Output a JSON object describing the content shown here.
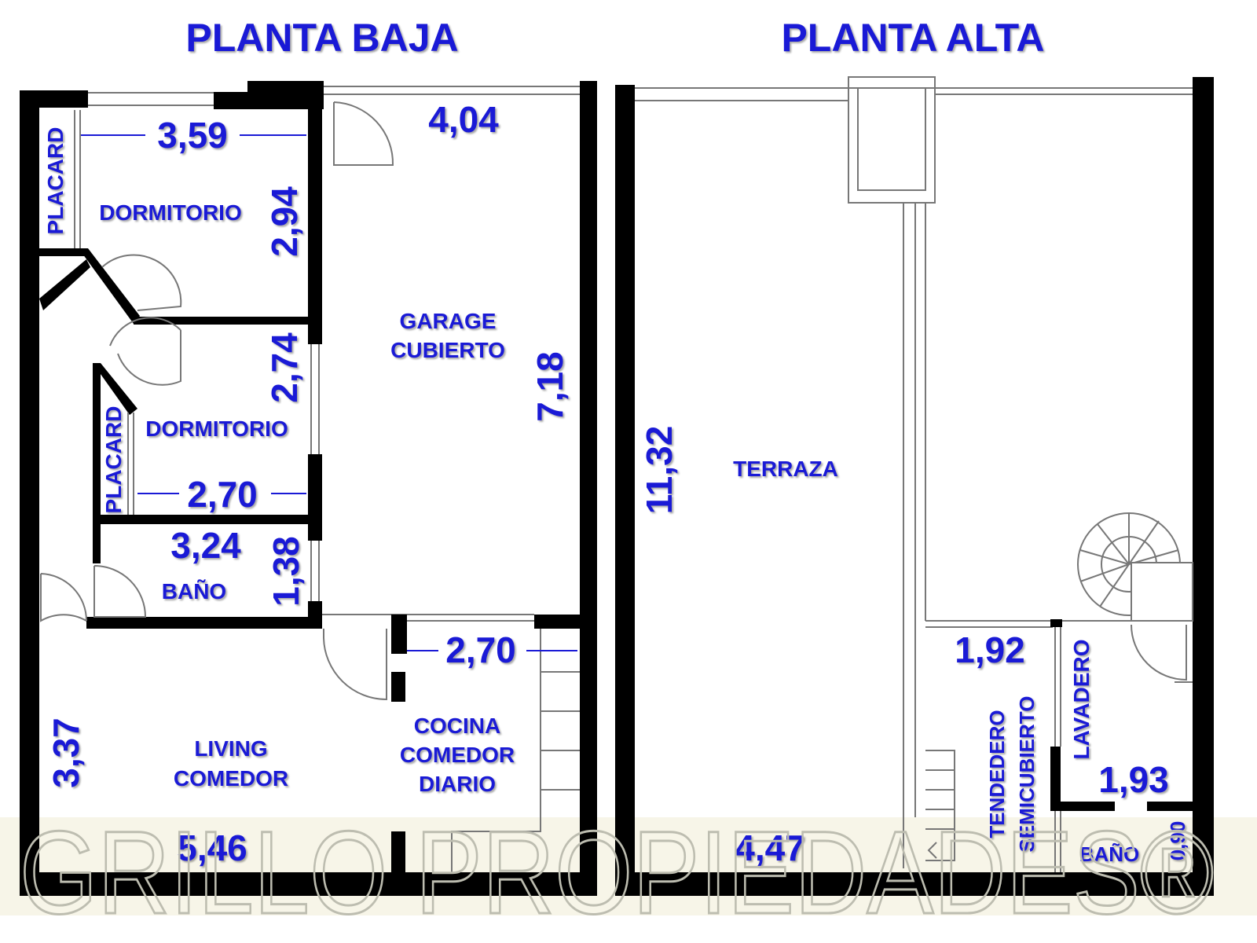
{
  "titles": {
    "ground_floor": "PLANTA BAJA",
    "upper_floor": "PLANTA ALTA"
  },
  "ground_floor": {
    "rooms": {
      "bedroom_1": "DORMITORIO",
      "closet_1": "PLACARD",
      "bedroom_2": "DORMITORIO",
      "closet_2": "PLACARD",
      "bathroom": "BAÑO",
      "garage_line1": "GARAGE",
      "garage_line2": "CUBIERTO",
      "living_line1": "LIVING",
      "living_line2": "COMEDOR",
      "kitchen_line1": "COCINA",
      "kitchen_line2": "COMEDOR",
      "kitchen_line3": "DIARIO"
    },
    "dimensions": {
      "bedroom_1_width": "3,59",
      "bedroom_1_depth": "2,94",
      "garage_width": "4,04",
      "garage_depth": "7,18",
      "bedroom_2_depth": "2,74",
      "bedroom_2_width": "2,70",
      "bathroom_width": "3,24",
      "bathroom_depth": "1,38",
      "kitchen_width": "2,70",
      "living_depth": "3,37",
      "living_width": "5,46"
    }
  },
  "upper_floor": {
    "rooms": {
      "terrace": "TERRAZA",
      "drying_line1": "TENDEDERO",
      "drying_line2": "SEMICUBIERTO",
      "laundry": "LAVADERO",
      "bathroom": "BAÑO"
    },
    "dimensions": {
      "terrace_depth": "11,32",
      "terrace_width": "4,47",
      "drying_width": "1,92",
      "laundry_width": "1,93",
      "bathroom_depth": "0,90"
    }
  },
  "watermark": "GRILLO PROPIEDADES®",
  "colors": {
    "label": "#1a1ad6",
    "walls": "#000000",
    "watermark_band": "#f7f5e8"
  }
}
